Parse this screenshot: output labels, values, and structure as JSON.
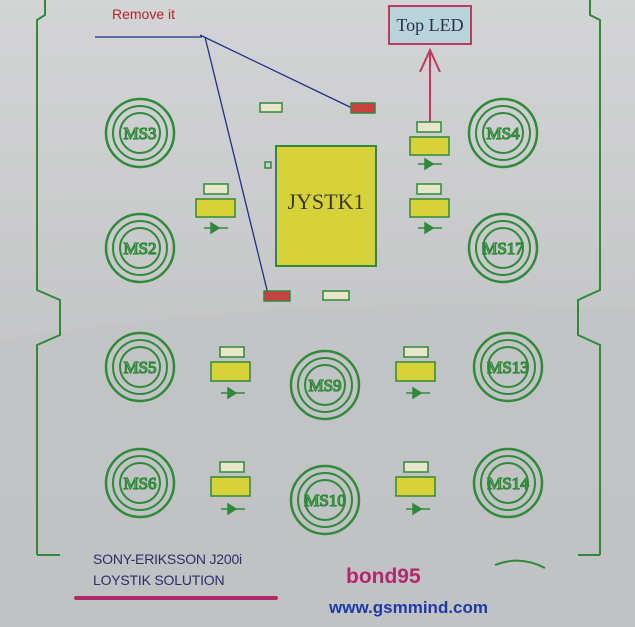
{
  "annotations": {
    "remove_label": "Remove  it",
    "top_led_label": "Top LED"
  },
  "chip": {
    "label": "JYSTK1"
  },
  "switches": [
    {
      "label": "MS3"
    },
    {
      "label": "MS4"
    },
    {
      "label": "MS2"
    },
    {
      "label": "MS17"
    },
    {
      "label": "MS5"
    },
    {
      "label": "MS9"
    },
    {
      "label": "MS13"
    },
    {
      "label": "MS6"
    },
    {
      "label": "MS10"
    },
    {
      "label": "MS14"
    }
  ],
  "footer": {
    "credit_line1": "SONY-ERIKSSON J200i",
    "credit_line2": "LOYSTIK SOLUTION",
    "author": "bond95",
    "website": "www.gsmmind.com"
  },
  "colors": {
    "background": "#c9cacb",
    "trace": "#2f8a3a",
    "pad": "#d8d23a",
    "annotation_line": "#1f2f8a",
    "arrow": "#c0385a",
    "author": "#b0286e",
    "website": "#1e3aa8"
  }
}
